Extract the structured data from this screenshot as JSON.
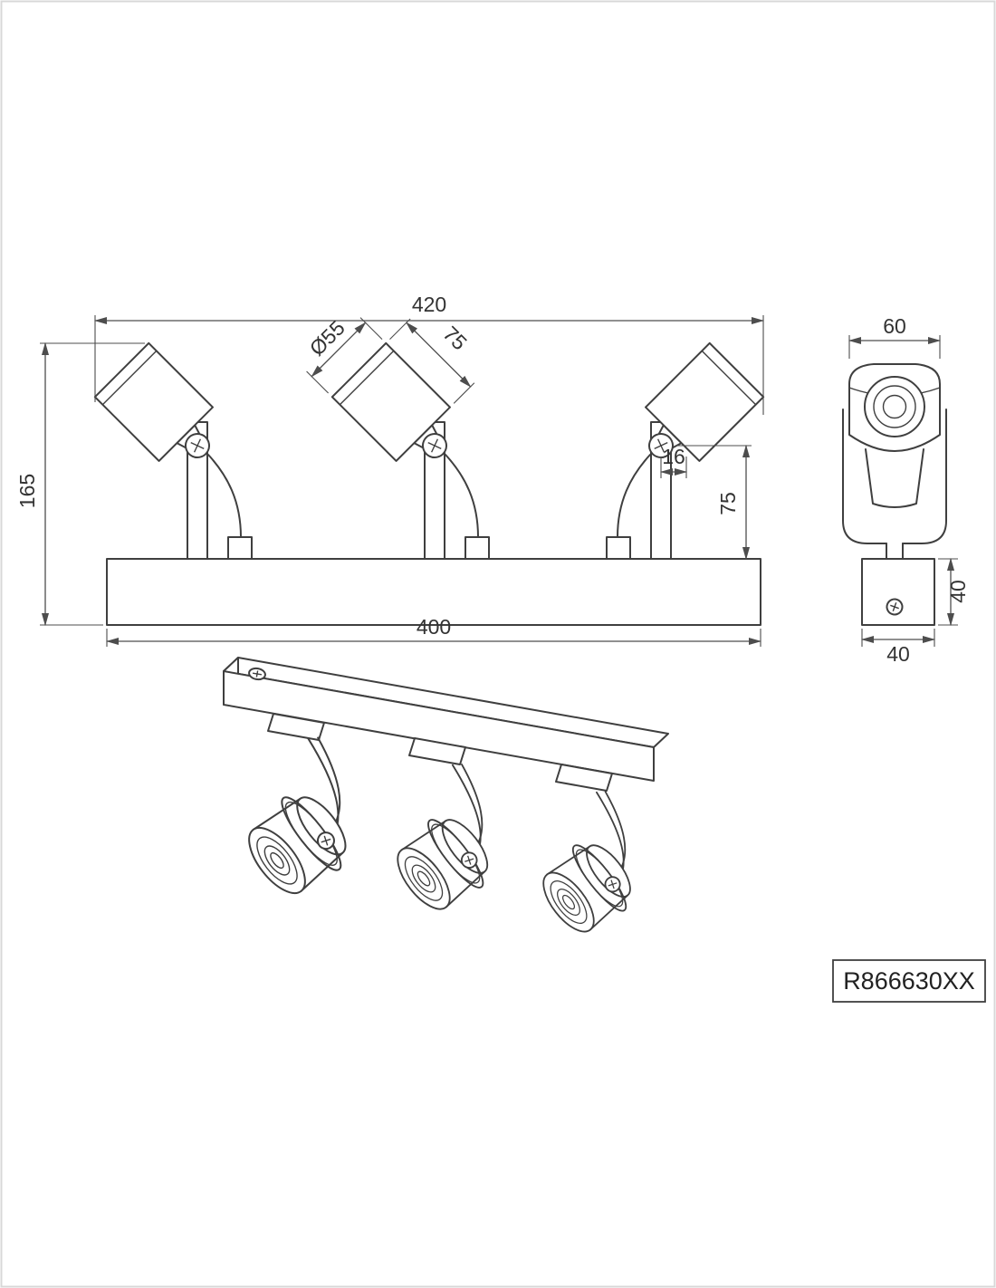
{
  "part_label": {
    "code": "R866630XX"
  },
  "dimensions": {
    "front": {
      "top_width": "420",
      "height": "165",
      "spot_diameter": "Ø55",
      "spot_length": "75",
      "pivot_offset": "16",
      "spot_height": "75",
      "base_width": "400"
    },
    "side": {
      "head_width": "60",
      "base_height": "40",
      "base_depth": "40"
    }
  },
  "colors": {
    "line": "#3f3f3f",
    "dimension": "#4d4d4d",
    "text": "#333333",
    "background": "#ffffff",
    "page_border": "#d8d8d8"
  }
}
